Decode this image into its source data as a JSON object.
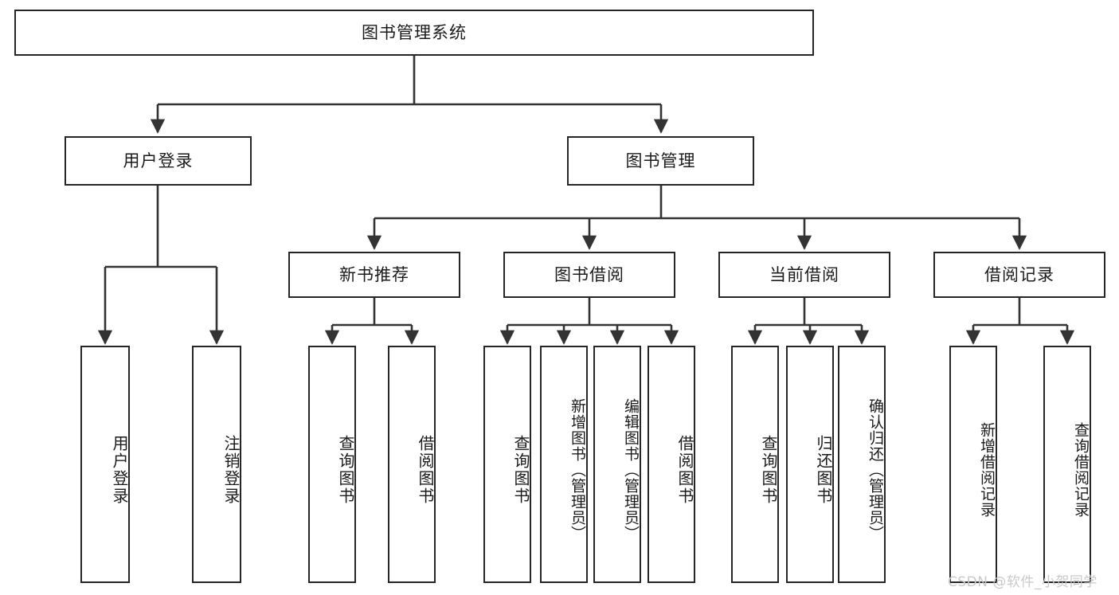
{
  "diagram": {
    "title": "图书管理系统",
    "type": "tree-hierarchy",
    "edge_color": "#333333",
    "box_border_color": "#262626",
    "background": "#ffffff",
    "root": {
      "label": "图书管理系统"
    },
    "level2": [
      {
        "label": "用户登录"
      },
      {
        "label": "图书管理"
      }
    ],
    "level3": [
      {
        "label": "新书推荐"
      },
      {
        "label": "图书借阅"
      },
      {
        "label": "当前借阅"
      },
      {
        "label": "借阅记录"
      }
    ],
    "leaves": {
      "user_login": [
        {
          "label": "用户登录"
        },
        {
          "label": "注销登录"
        }
      ],
      "new_book_recommend": [
        {
          "label": "查询图书"
        },
        {
          "label": "借阅图书"
        }
      ],
      "book_borrow": [
        {
          "label": "查询图书"
        },
        {
          "label": "新增图书（管理员）"
        },
        {
          "label": "编辑图书（管理员）"
        },
        {
          "label": "借阅图书"
        }
      ],
      "current_borrow": [
        {
          "label": "查询图书"
        },
        {
          "label": "归还图书"
        },
        {
          "label": "确认归还（管理员）"
        }
      ],
      "borrow_record": [
        {
          "label": "新增借阅记录"
        },
        {
          "label": "查询借阅记录"
        }
      ]
    }
  },
  "watermark": {
    "text": "CSDN @软件_小贺同学",
    "color": "#c9c9c9"
  }
}
